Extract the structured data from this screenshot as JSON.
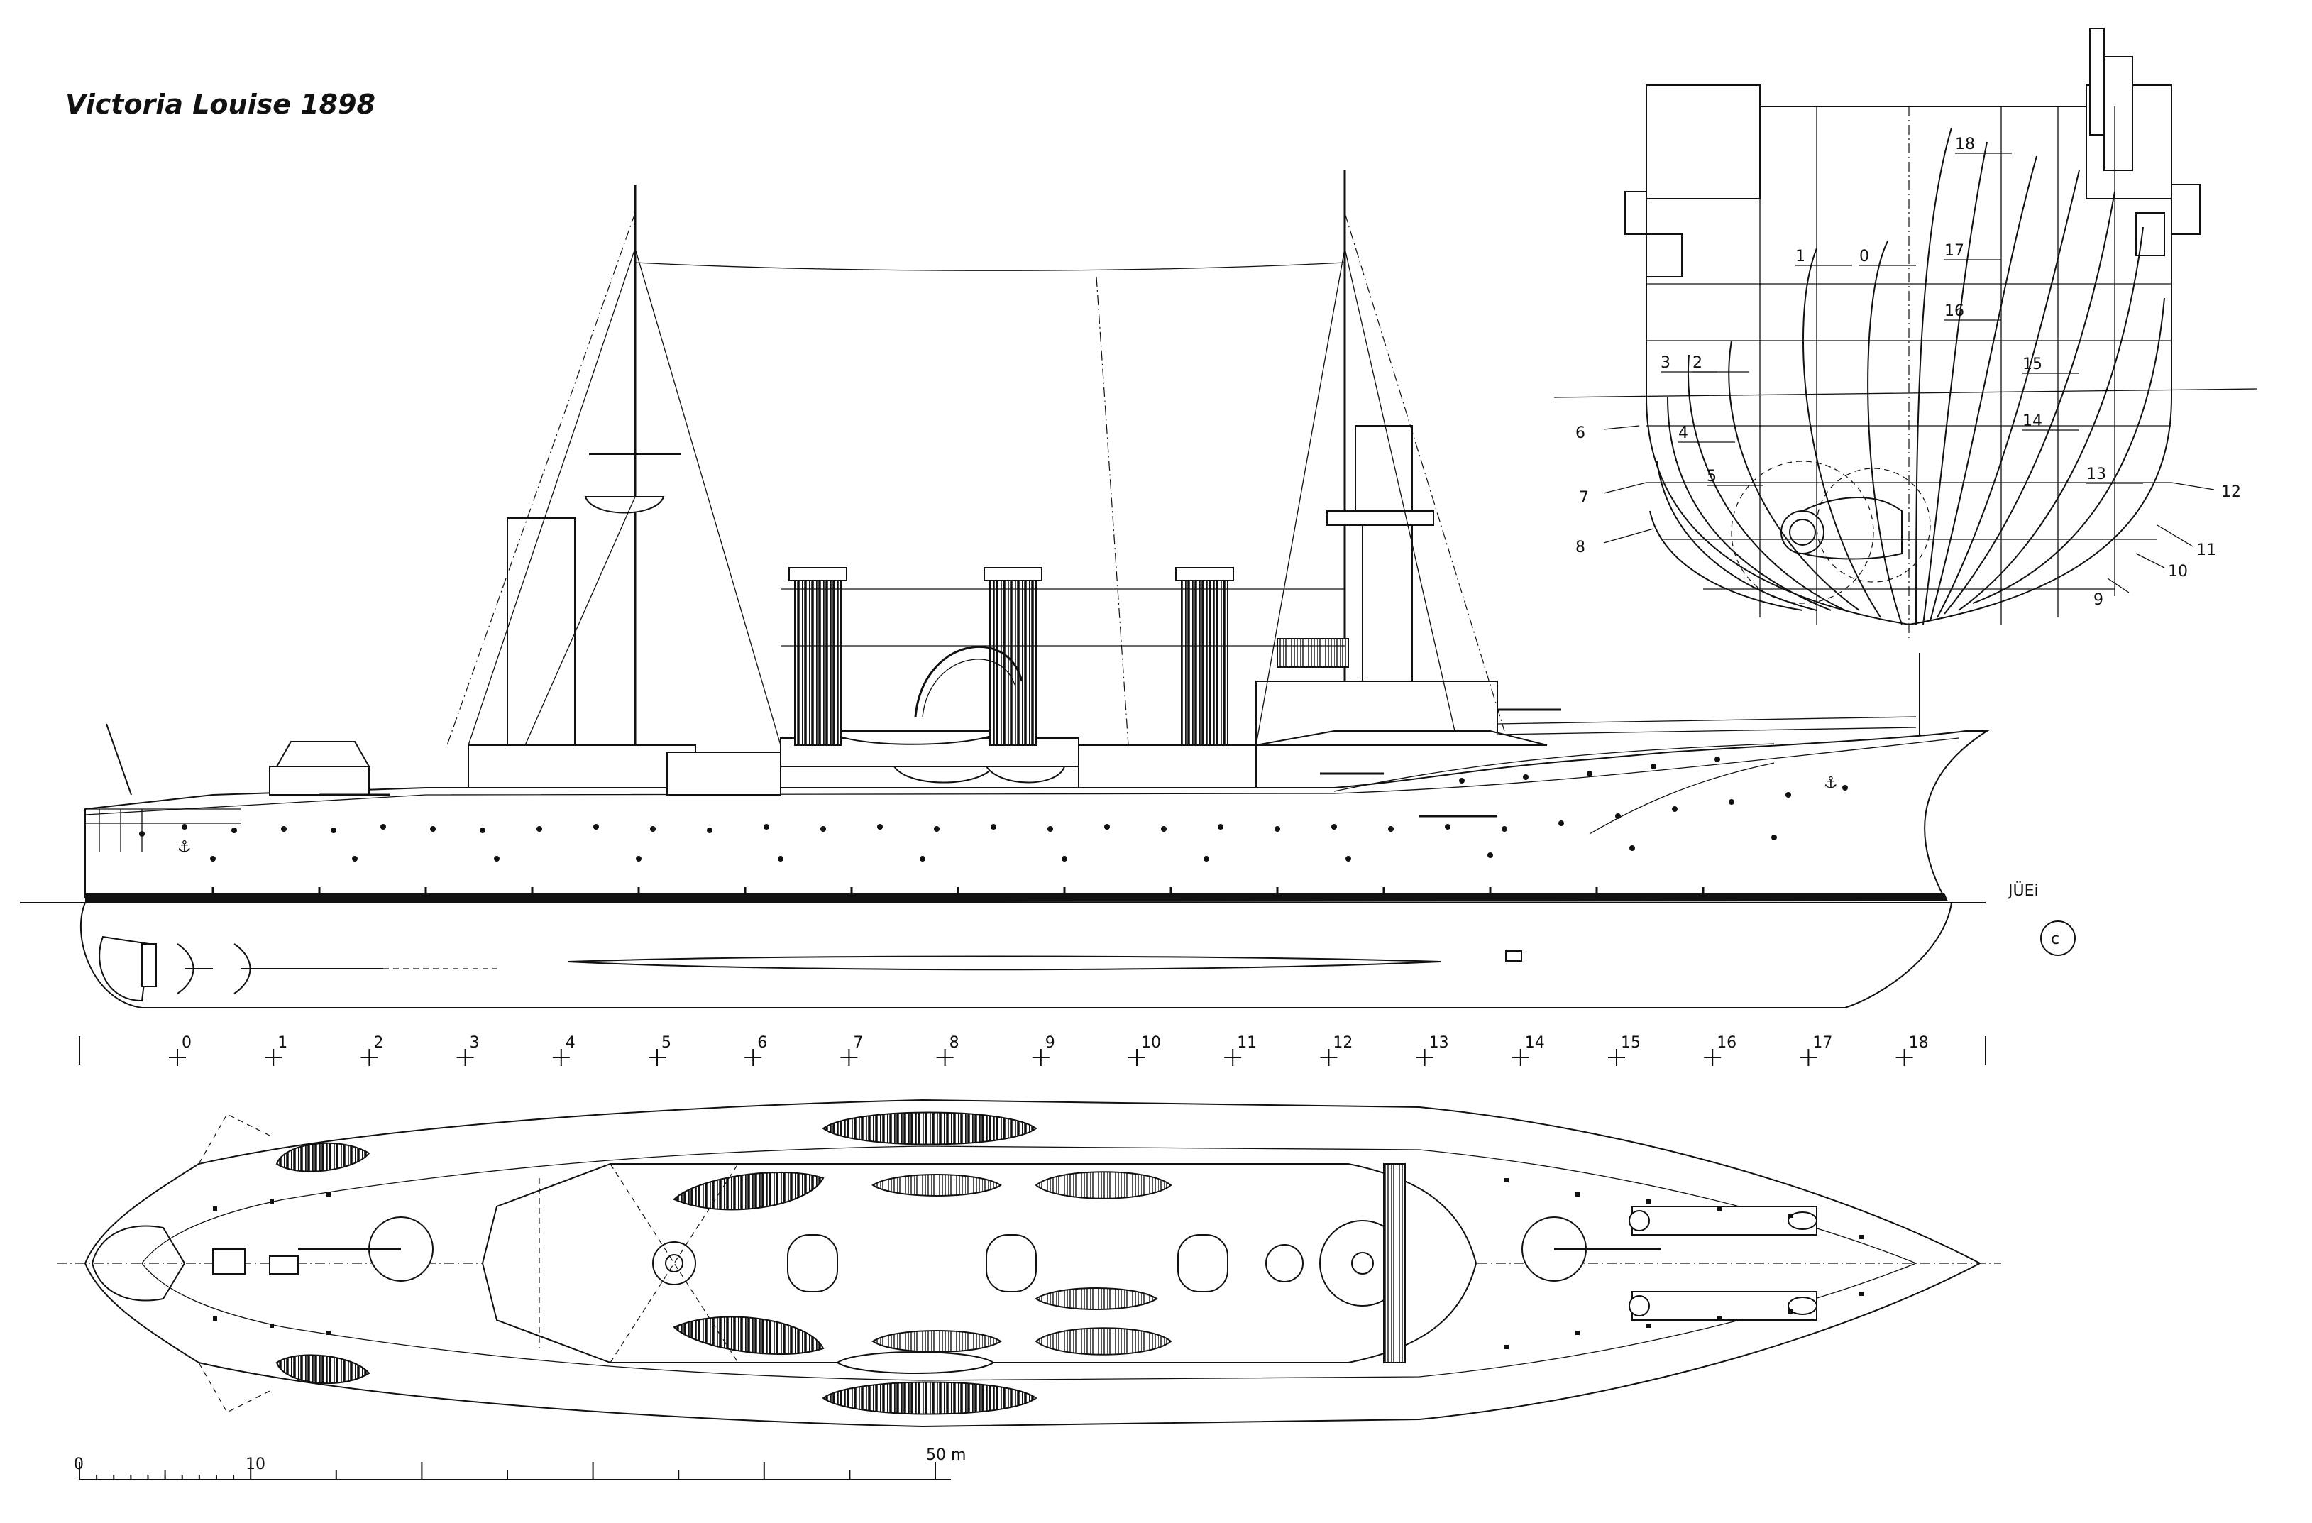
{
  "title": "Victoria Louise 1898",
  "signature": "JÜEi",
  "copyright_mark": "c",
  "frame_stations": [
    "0",
    "1",
    "2",
    "3",
    "4",
    "5",
    "6",
    "7",
    "8",
    "9",
    "10",
    "11",
    "12",
    "13",
    "14",
    "15",
    "16",
    "17",
    "18"
  ],
  "body_plan_labels": [
    "18",
    "17",
    "16",
    "15",
    "14",
    "13",
    "12",
    "11",
    "10",
    "9",
    "8",
    "7",
    "6",
    "5",
    "4",
    "3",
    "2",
    "1",
    "0"
  ],
  "scale_bar": {
    "start": "0",
    "mid": "10",
    "end": "50 m"
  }
}
